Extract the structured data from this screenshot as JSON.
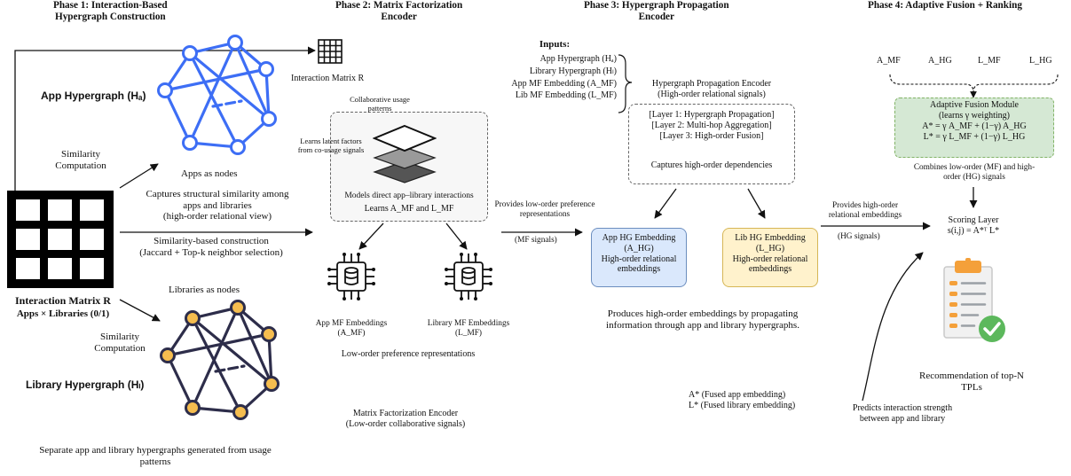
{
  "phases": {
    "p1": [
      "Phase 1: Interaction-Based",
      "Hypergraph Construction"
    ],
    "p2": [
      "Phase 2: Matrix Factorization",
      "Encoder"
    ],
    "p3": [
      "Phase 3: Hypergraph Propagation",
      "Encoder"
    ],
    "p4": "Phase 4:  Adaptive Fusion + Ranking"
  },
  "phase1": {
    "app_hypergraph": "App Hypergraph (Hₐ)",
    "library_hypergraph": "Library Hypergraph (Hₗ)",
    "similarity_top": [
      "Similarity",
      "Computation"
    ],
    "similarity_bottom": [
      "Similarity",
      "Computation"
    ],
    "apps_as_nodes": "Apps as nodes",
    "captures": [
      "Captures structural similarity among",
      "apps and libraries",
      "(high-order relational view)"
    ],
    "similarity_construction": [
      "Similarity-based construction",
      "(Jaccard  + Top-k neighbor selection)"
    ],
    "libraries_as_nodes": "Libraries as nodes",
    "matrix_title": "Interaction Matrix R",
    "matrix_subtitle": "Apps × Libraries (0/1)",
    "separate": [
      "Separate app and library hypergraphs generated from usage",
      "patterns"
    ]
  },
  "phase2": {
    "interaction_matrix": "Interaction Matrix R",
    "collab_patterns": [
      "Collaborative usage",
      "patterns"
    ],
    "learns_latent": [
      "Learns latent factors",
      "from co-usage signals"
    ],
    "models_direct": "Models direct app–library interactions",
    "learns_amf": "Learns A_MF and L_MF",
    "app_mf": [
      "App MF Embeddings",
      "(A_MF)"
    ],
    "lib_mf": [
      "Library MF Embeddings",
      "(L_MF)"
    ],
    "low_order": "Low-order preference representations",
    "encoder": [
      "Matrix Factorization Encoder",
      "(Low-order collaborative signals)"
    ]
  },
  "phase3": {
    "inputs_title": "Inputs:",
    "inputs": [
      "App Hypergraph (Hₐ)",
      "Library Hypergraph (Hₗ)",
      "App MF Embedding (A_MF)",
      "Lib MF Embedding (L_MF)"
    ],
    "encoder_title": [
      "Hypergraph Propagation Encoder",
      "(High-order relational signals)"
    ],
    "layers": [
      "[Layer 1: Hypergraph Propagation]",
      "[Layer 2: Multi-hop Aggregation]",
      "[Layer 3: High-order Fusion]"
    ],
    "captures": "Captures high-order dependencies",
    "provides_low": [
      "Provides low-order preference",
      "representations"
    ],
    "mf_signals": "(MF signals)",
    "app_hg": [
      "App HG Embedding",
      "(A_HG)",
      "High-order relational",
      "embeddings"
    ],
    "lib_hg": [
      "Lib HG Embedding",
      "(L_HG)",
      "High-order relational",
      "embeddings"
    ],
    "produces": [
      "Produces high-order embeddings by propagating",
      "information through app and library hypergraphs."
    ],
    "fused": [
      "A* (Fused app embedding)",
      "L* (Fused library embedding)"
    ]
  },
  "phase4": {
    "labels": [
      "A_MF",
      "A_HG",
      "L_MF",
      "L_HG"
    ],
    "fusion_title": [
      "Adaptive Fusion Module",
      "(learns γ weighting)"
    ],
    "fusion_eq": [
      "A* = γ A_MF + (1−γ) A_HG",
      "L* = γ L_MF + (1−γ) L_HG"
    ],
    "combines": [
      "Combines low-order (MF) and high-",
      "order (HG) signals"
    ],
    "provides_high": [
      "Provides high-order",
      "relational embeddings"
    ],
    "hg_signals": "(HG signals)",
    "scoring": [
      "Scoring Layer",
      "s(i,j) = A*ᵀ L*"
    ],
    "recommendation": [
      "Recommendation of top-N",
      "TPLs"
    ],
    "predicts": [
      "Predicts interaction strength",
      "between app and library"
    ]
  },
  "colors": {
    "app_hypergraph": "#3d6ef5",
    "lib_hypergraph": "#2d2d4a",
    "lib_node_fill": "#f5bd4f",
    "app_hg_box": "#dae8fc",
    "lib_hg_box": "#fff2cc",
    "fusion_box": "#d5e8d4",
    "check_green": "#5cb85c",
    "clipboard_orange": "#f4a03a"
  },
  "icons": [
    "grid-icon",
    "layers-icon",
    "database-chip-icon",
    "clipboard-check-icon"
  ]
}
